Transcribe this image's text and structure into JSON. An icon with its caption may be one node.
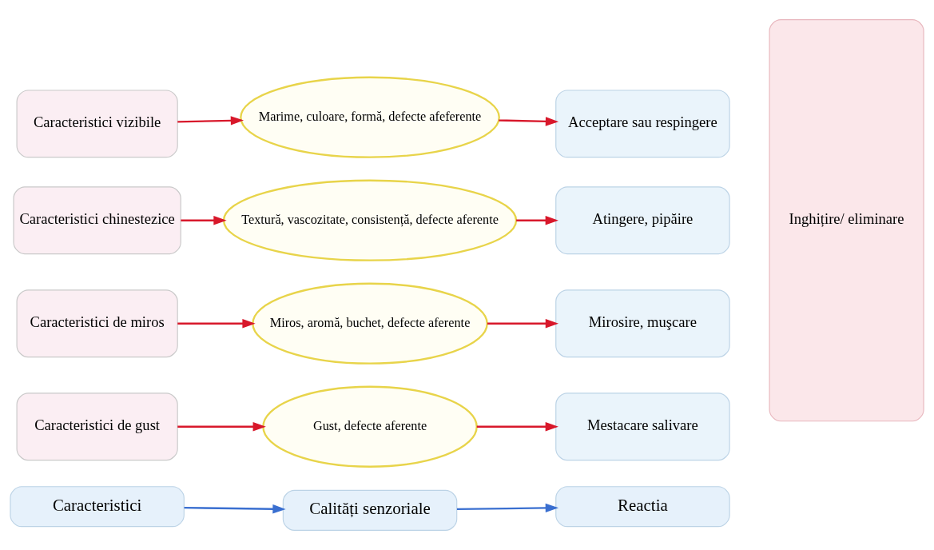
{
  "diagram": {
    "nodes": [
      {
        "text": [
          "Caracteristici vizibile"
        ]
      },
      {
        "text": [
          "Caracteristici chinestezice"
        ]
      },
      {
        "text": [
          "Caracteristici de miros"
        ]
      },
      {
        "text": [
          "Caracteristici de gust"
        ]
      },
      {
        "text": [
          "Marime, culoare, formă, defecte afeferente"
        ]
      },
      {
        "text": [
          "Textură, vascozitate, consistență, defecte aferente"
        ]
      },
      {
        "text": [
          "Miros, aromă, buchet, defecte aferente"
        ]
      },
      {
        "text": [
          "Gust, defecte aferente"
        ]
      },
      {
        "text": [
          "Acceptare sau respingere"
        ]
      },
      {
        "text": [
          "Atingere, pipăire"
        ]
      },
      {
        "text": [
          "Mirosire, muşcare"
        ]
      },
      {
        "text": [
          "Mestacare salivare"
        ]
      },
      {
        "text": [
          "Inghițire/ eliminare"
        ]
      },
      {
        "text": [
          "Caracteristici"
        ]
      },
      {
        "text": [
          "Calități senzoriale"
        ]
      },
      {
        "text": [
          "Reactia"
        ]
      }
    ],
    "edges": [
      {
        "from": 0,
        "to": 4,
        "arrow": "to"
      },
      {
        "from": 1,
        "to": 5,
        "arrow": "to"
      },
      {
        "from": 2,
        "to": 6,
        "arrow": "to"
      },
      {
        "from": 3,
        "to": 7,
        "arrow": "to"
      },
      {
        "from": 4,
        "to": 8,
        "arrow": "to"
      },
      {
        "from": 5,
        "to": 9,
        "arrow": "to"
      },
      {
        "from": 6,
        "to": 10,
        "arrow": "to"
      },
      {
        "from": 7,
        "to": 11,
        "arrow": "to"
      },
      {
        "from": 13,
        "to": 14,
        "arrow": "to",
        "color": "#3a6fd0"
      },
      {
        "from": 14,
        "to": 15,
        "arrow": "to",
        "color": "#3a6fd0"
      }
    ]
  }
}
